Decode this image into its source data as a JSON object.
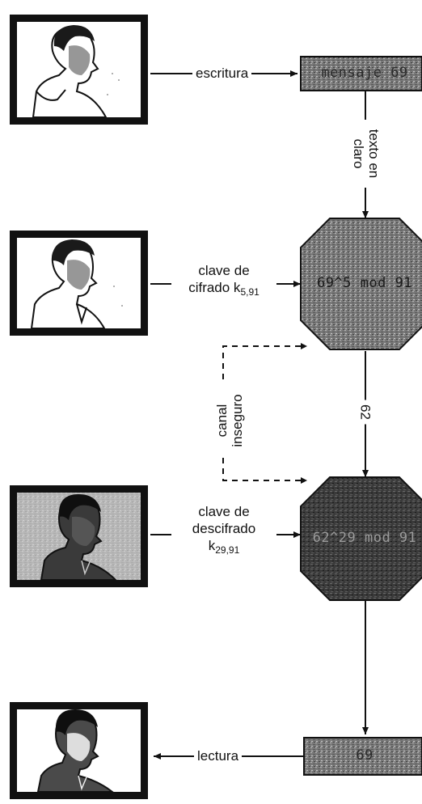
{
  "diagram": {
    "actors": [
      {
        "role": "writer",
        "label": "escritura"
      },
      {
        "role": "encryptor"
      },
      {
        "role": "decryptor"
      },
      {
        "role": "reader",
        "label": "lectura"
      }
    ],
    "plaintext_box": {
      "text": "mensaje 69"
    },
    "plaintext_link": {
      "line1": "texto en",
      "line2": "claro"
    },
    "encryption": {
      "key_line1": "clave de",
      "key_line2": "cifrado k",
      "key_subscript": "5,91",
      "box_text": "69^5 mod 91"
    },
    "channel": {
      "line1": "canal",
      "line2": "inseguro",
      "value": "62"
    },
    "decryption": {
      "key_line1": "clave de",
      "key_line2": "descifrado",
      "key_line3": "k",
      "key_subscript": "29,91",
      "box_text": "62^29 mod 91"
    },
    "result_box": {
      "text": "69"
    },
    "colors": {
      "line": "#111111",
      "box_fill_light": "#8a8a8a",
      "box_fill_dark": "#3c3c3c",
      "frame": "#111111"
    }
  }
}
